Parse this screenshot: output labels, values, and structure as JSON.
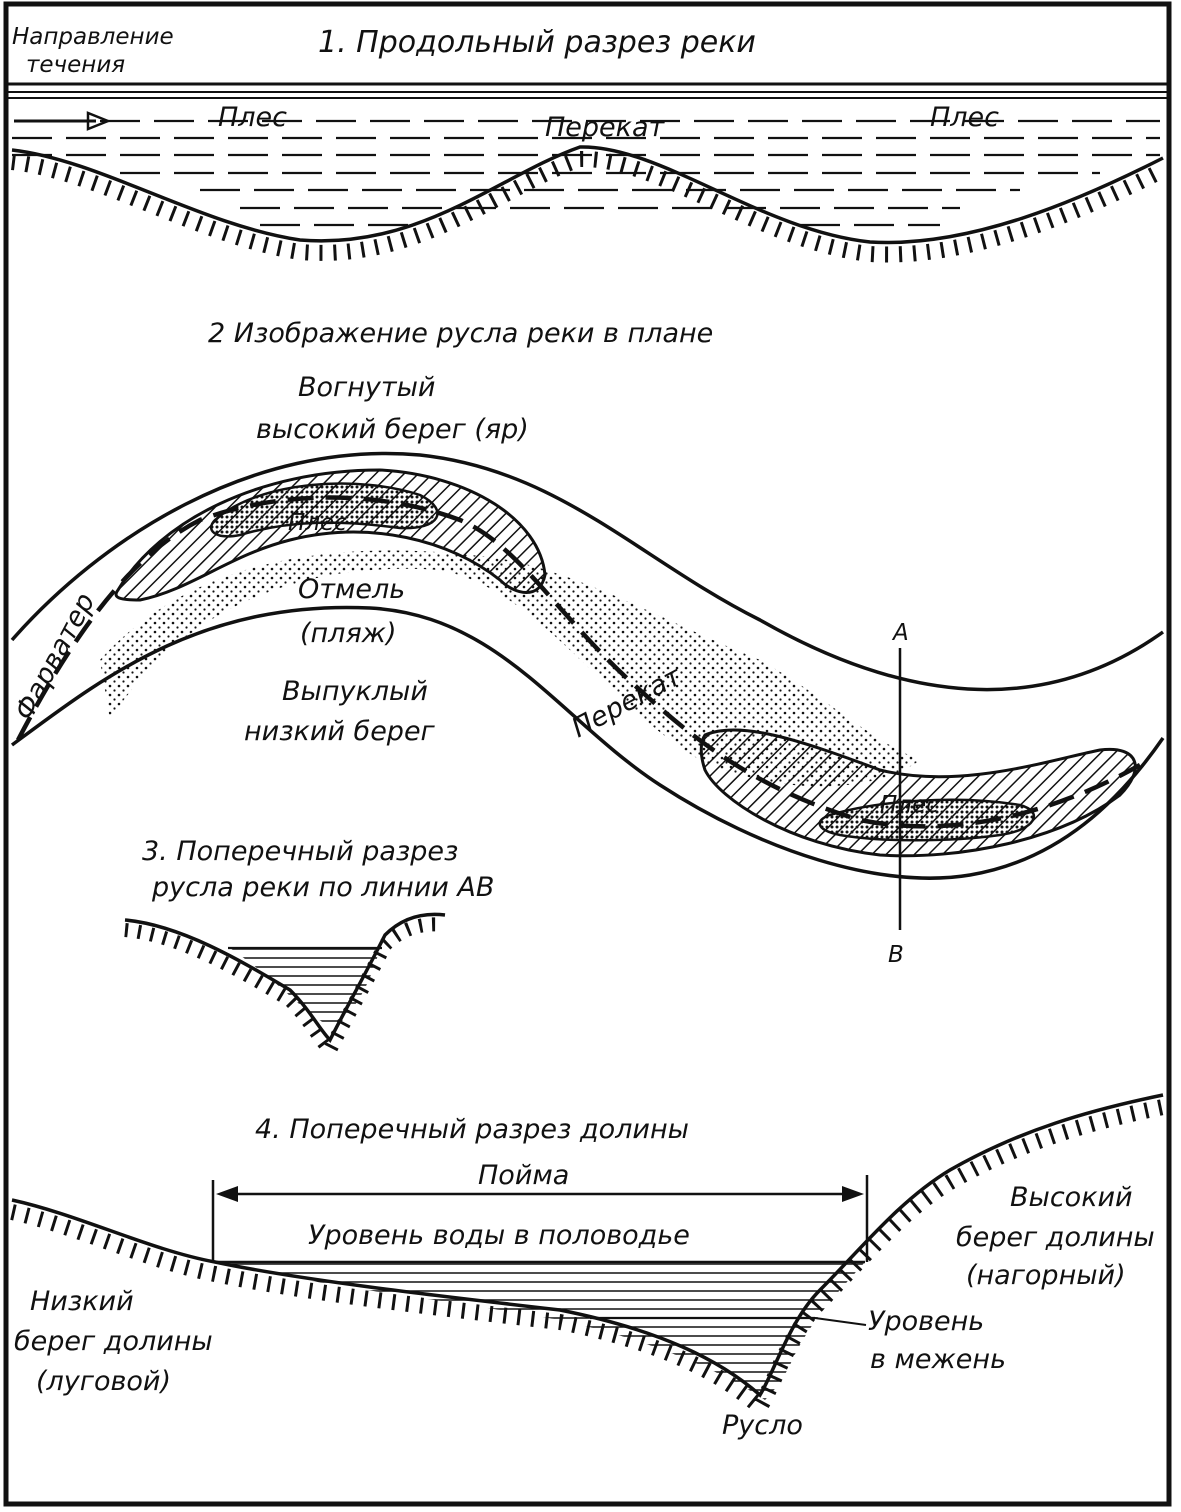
{
  "section1": {
    "title": "1. Продольный разрез реки",
    "flow_label_line1": "Направление",
    "flow_label_line2": "течения",
    "ples_left": "Плес",
    "perekat": "Перекат",
    "ples_right": "Плес"
  },
  "section2": {
    "title": "2 Изображение русла реки в плане",
    "concave_bank_line1": "Вогнутый",
    "concave_bank_line2": "высокий берег (яр)",
    "ples_upper": "Плес",
    "shoal_line1": "Отмель",
    "shoal_line2": "(пляж)",
    "convex_bank_line1": "Выпуклый",
    "convex_bank_line2": "низкий берег",
    "fairway": "Фарватер",
    "perekat": "Перекат",
    "point_a": "А",
    "point_b": "В",
    "ples_lower": "Плес"
  },
  "section3": {
    "title_line1": "3. Поперечный разрез",
    "title_line2": "русла реки по линии АВ"
  },
  "section4": {
    "title": "4. Поперечный разрез долины",
    "floodplain": "Пойма",
    "flood_level": "Уровень воды в половодье",
    "low_bank_line1": "Низкий",
    "low_bank_line2": "берег долины",
    "low_bank_line3": "(луговой)",
    "high_bank_line1": "Высокий",
    "high_bank_line2": "берег долины",
    "high_bank_line3": "(нагорный)",
    "low_water_line1": "Уровень",
    "low_water_line2": "в межень",
    "channel": "Русло"
  }
}
